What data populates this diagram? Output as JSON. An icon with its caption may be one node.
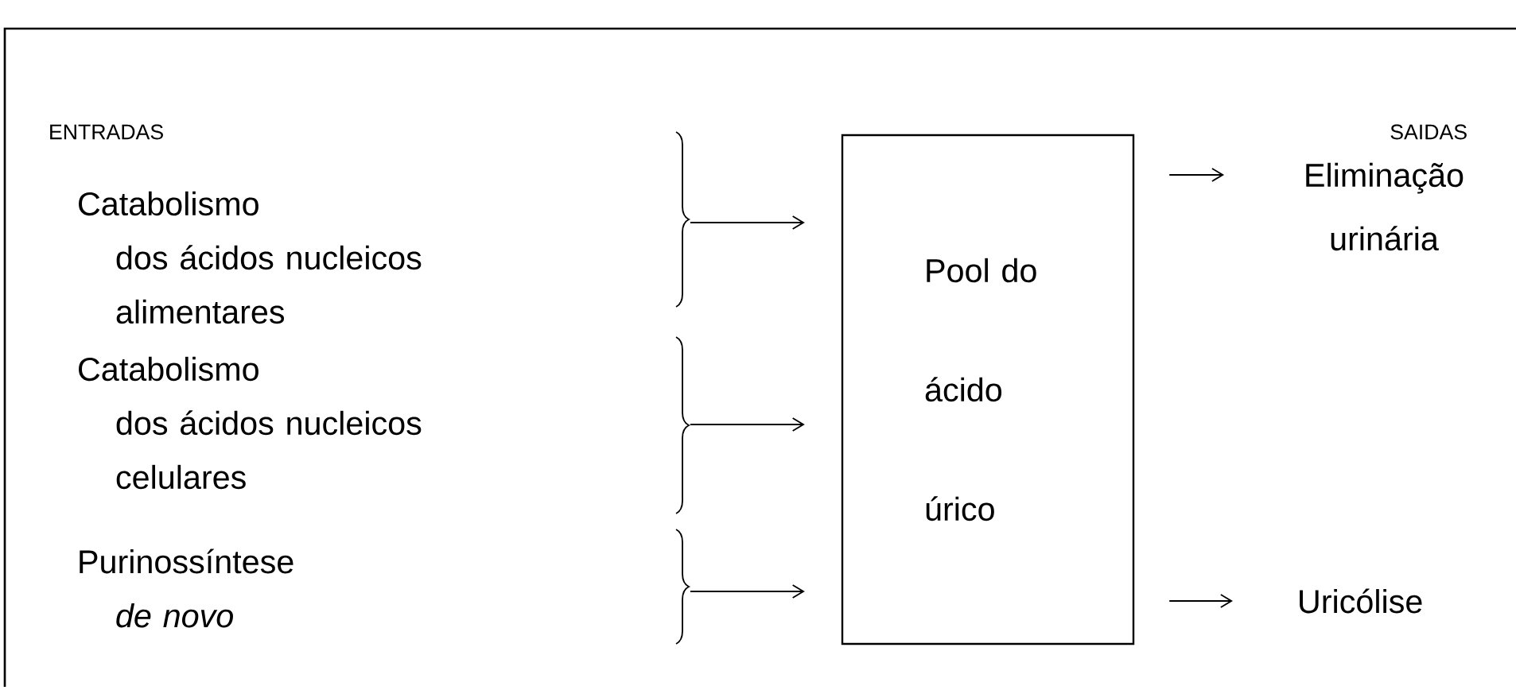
{
  "diagram": {
    "nodes": [
      {
        "text": [
          "Catabolismo",
          "dos ácidos nucleicos alimentares"
        ]
      },
      {
        "text": [
          "Catabolismo",
          "dos ácidos nucleicos celulares"
        ]
      },
      {
        "text": [
          "Purinossíntese",
          "de novo"
        ]
      },
      {
        "text": [
          "Pool do ácido úrico"
        ]
      },
      {
        "text": [
          "Eliminação urinária"
        ]
      },
      {
        "text": [
          "Uricólise"
        ]
      }
    ],
    "edges": [
      {
        "from": 0,
        "to": 3,
        "arrow": "to"
      },
      {
        "from": 1,
        "to": 3,
        "arrow": "to"
      },
      {
        "from": 2,
        "to": 3,
        "arrow": "to"
      },
      {
        "from": 3,
        "to": 4,
        "arrow": "to"
      },
      {
        "from": 3,
        "to": 5,
        "arrow": "to"
      }
    ],
    "labels": [
      "ENTRADAS",
      "SAIDAS"
    ]
  }
}
